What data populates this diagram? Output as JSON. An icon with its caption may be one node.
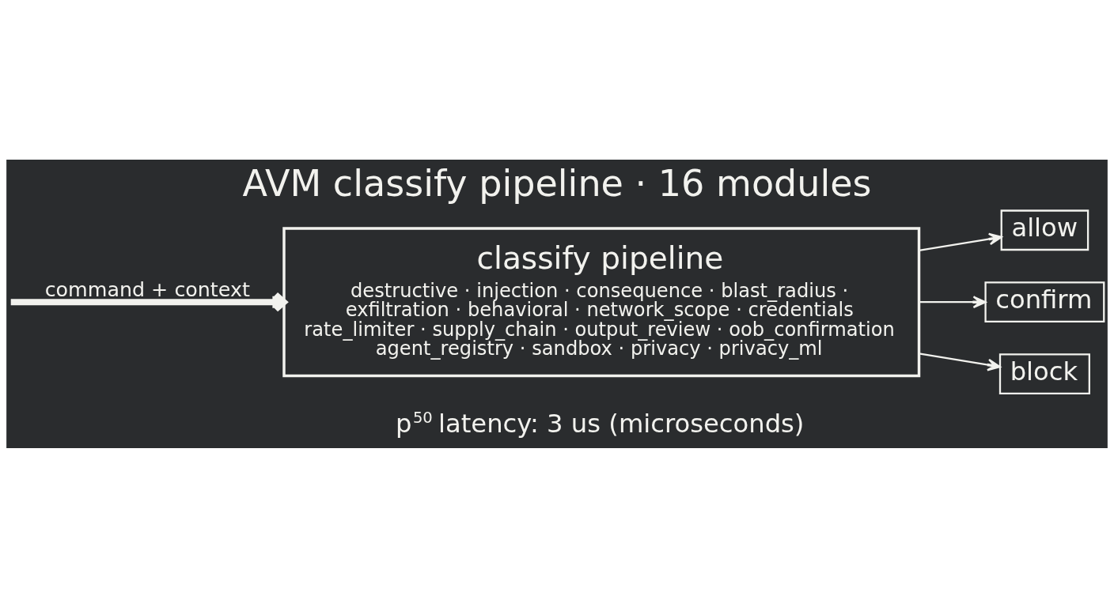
{
  "diagram": {
    "title": "AVM classify pipeline · 16 modules",
    "nodes": [
      {
        "text": [
          "classify pipeline",
          "destructive · injection · consequence · blast_radius · exfiltration · behavioral · network_scope · credentials rate_limiter · supply_chain · output_review · oob_confirmation agent_registry · sandbox · privacy · privacy_ml"
        ]
      },
      {
        "text": [
          "allow"
        ]
      },
      {
        "text": [
          "confirm"
        ]
      },
      {
        "text": [
          "block"
        ]
      }
    ],
    "edges": [
      {
        "from": null,
        "to": 0,
        "arrow": "to",
        "label": "command + context",
        "style": "thick"
      },
      {
        "from": 0,
        "to": 1,
        "arrow": "to"
      },
      {
        "from": 0,
        "to": 2,
        "arrow": "to"
      },
      {
        "from": 0,
        "to": 3,
        "arrow": "to"
      }
    ],
    "labels": [
      "p$^{50}$ latency: 3 us (microseconds)"
    ]
  }
}
